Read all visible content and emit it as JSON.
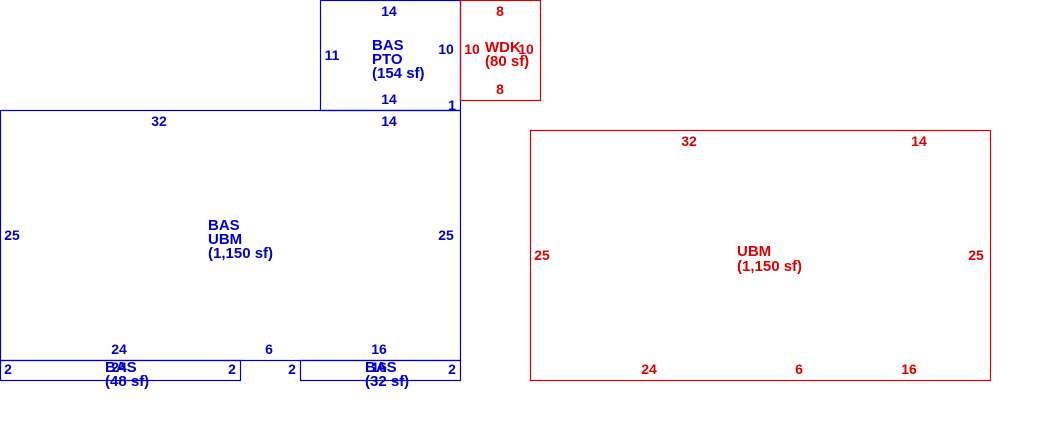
{
  "colors": {
    "base": "#0000cc",
    "addition": "#dd0000",
    "background": "#ffffff"
  },
  "areas": {
    "pto": {
      "line1": "BAS",
      "line2": "PTO",
      "line3": "(154 sf)"
    },
    "wdk": {
      "line1": "WDK",
      "line2": "(80 sf)"
    },
    "main": {
      "line1": "BAS",
      "line2": "UBM",
      "line3": "(1,150 sf)"
    },
    "small_left": {
      "line1": "BAS",
      "line2": "(48 sf)"
    },
    "small_right": {
      "line1": "BAS",
      "line2": "(32 sf)"
    },
    "ubm": {
      "line1": "UBM",
      "line2": "(1,150 sf)"
    }
  },
  "dimensions": {
    "pto_top": "14",
    "pto_left": "11",
    "pto_right": "10",
    "pto_bottom": "14",
    "pto_step": "1",
    "wdk_top": "8",
    "wdk_left": "10",
    "wdk_right": "10",
    "wdk_bottom": "8",
    "main_top_left": "32",
    "main_top_right": "14",
    "main_left": "25",
    "main_right": "25",
    "main_bottom_left": "24",
    "main_bottom_gap": "6",
    "main_bottom_right": "16",
    "small_left_left": "2",
    "small_left_right": "2",
    "small_right_left": "2",
    "small_right_right": "2",
    "small_left_inner": "24",
    "small_right_inner": "16",
    "ubm_top_left": "32",
    "ubm_top_right": "14",
    "ubm_left": "25",
    "ubm_right": "25",
    "ubm_bottom_left": "24",
    "ubm_bottom_mid": "6",
    "ubm_bottom_right": "16"
  }
}
